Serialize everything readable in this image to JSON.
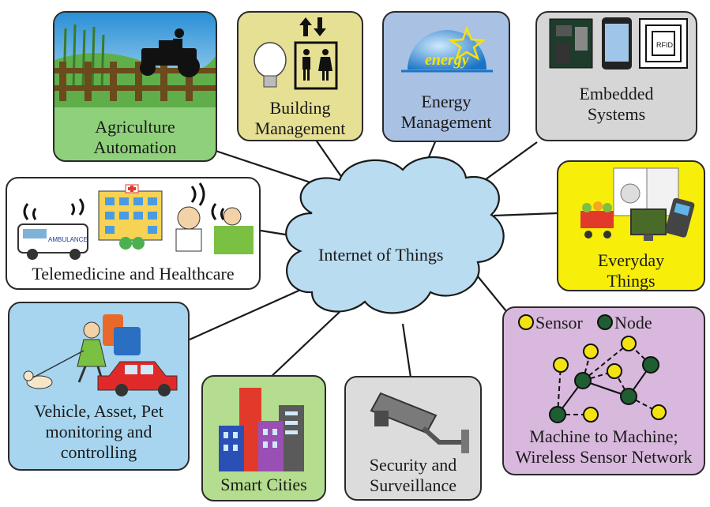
{
  "center": {
    "label": "Internet of Things"
  },
  "nodes": {
    "agriculture": {
      "label": "Agriculture\nAutomation"
    },
    "building": {
      "label": "Building\nManagement"
    },
    "energy": {
      "label": "Energy\nManagement",
      "logo_text": "energy"
    },
    "embedded": {
      "label": "Embedded\nSystems",
      "rfid_text": "RFID"
    },
    "everyday": {
      "label": "Everyday\nThings"
    },
    "telemedicine": {
      "label": "Telemedicine and Healthcare",
      "ambulance_text": "AMBULANCE"
    },
    "vehicle": {
      "label": "Vehicle, Asset, Pet\nmonitoring and\ncontrolling"
    },
    "smart_cities": {
      "label": "Smart Cities"
    },
    "security": {
      "label": "Security and\nSurveillance"
    },
    "m2m": {
      "label": "Machine to Machine;\nWireless Sensor Network",
      "legend_sensor": "Sensor",
      "legend_node": "Node"
    }
  },
  "colors": {
    "agriculture": "#8fd17a",
    "building": "#e6e094",
    "energy": "#a9c1e3",
    "embedded": "#d6d6d6",
    "everyday": "#f7ee0a",
    "telemedicine": "#ffffff",
    "vehicle": "#a7d5ef",
    "smart_cities": "#b5dd8f",
    "security": "#dcdcdc",
    "m2m": "#d8b8dd",
    "cloud": "#b9dcf0",
    "sensor": "#f4e312",
    "node": "#1f5d33"
  }
}
